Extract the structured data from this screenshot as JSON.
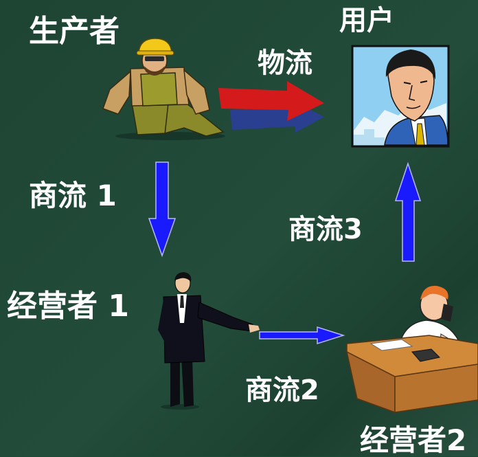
{
  "labels": {
    "producer": "生产者",
    "user": "用户",
    "logistics": "物流",
    "commerce_flow_1": "商流 1",
    "commerce_flow_2": "商流2",
    "commerce_flow_3": "商流3",
    "operator_1": "经营者 1",
    "operator_2": "经营者2"
  },
  "colors": {
    "background": "#1f4a37",
    "text": "#ffffff",
    "flow_arrow": "#1a1aff",
    "logistics_arrow_red": "#d41a1a",
    "logistics_arrow_blue": "#2a3f8f"
  },
  "icons": {
    "producer": "construction-worker-icon",
    "user": "businessman-portrait-icon",
    "operator_1": "businessman-pointing-icon",
    "operator_2": "man-on-phone-at-desk-icon"
  }
}
